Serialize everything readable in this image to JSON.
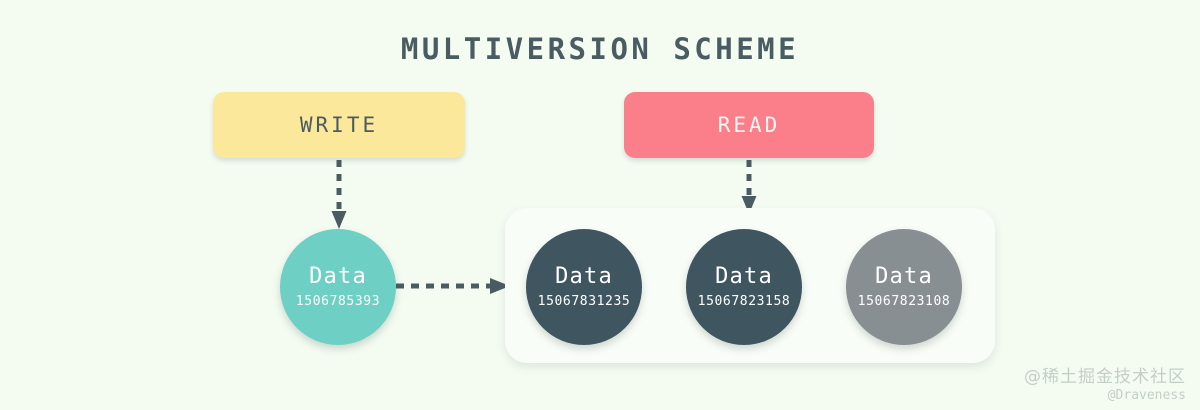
{
  "diagram": {
    "title": "MULTIVERSION SCHEME",
    "background_color": "#f4fcf2"
  },
  "operations": [
    {
      "id": "write",
      "label": "WRITE",
      "fill_color": "#fbe89b",
      "text_color": "#4a5b62"
    },
    {
      "id": "read",
      "label": "READ",
      "fill_color": "#fa7f8b",
      "text_color": "#fdf6f2"
    }
  ],
  "connectors": [
    {
      "id": "write-to-current",
      "style": "dashed",
      "direction": "down",
      "color": "#4a5b62"
    },
    {
      "id": "current-to-versions",
      "style": "dashed",
      "direction": "right",
      "color": "#4a5b62"
    },
    {
      "id": "read-to-versions",
      "style": "dashed",
      "direction": "down",
      "color": "#4a5b62"
    }
  ],
  "current_version": {
    "title": "Data",
    "id": "1506785393",
    "fill_color": "#6ecfc4"
  },
  "version_store": {
    "fill_color": "#f9fdf7",
    "versions": [
      {
        "title": "Data",
        "id": "15067831235",
        "fill_color": "#3f5560"
      },
      {
        "title": "Data",
        "id": "15067823158",
        "fill_color": "#3f5560"
      },
      {
        "title": "Data",
        "id": "15067823108",
        "fill_color": "#888f93"
      }
    ]
  },
  "watermark": {
    "community": "@稀土掘金技术社区",
    "author": "@Draveness"
  }
}
